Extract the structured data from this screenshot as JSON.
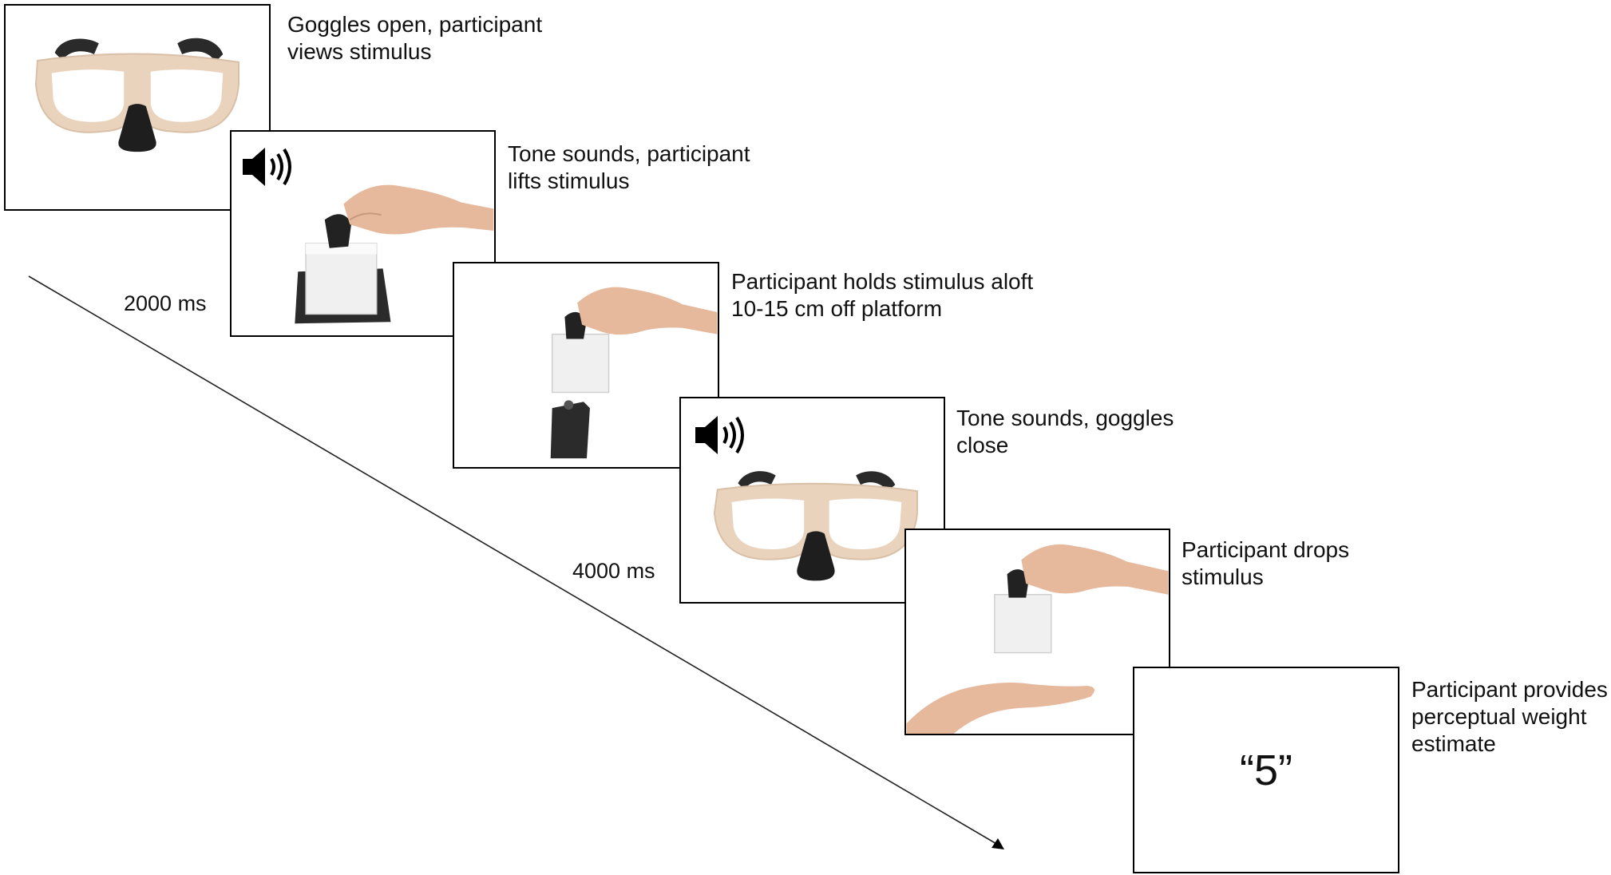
{
  "steps": [
    {
      "caption_line1": "Goggles open, participant",
      "caption_line2": "views stimulus",
      "image": "goggles-open"
    },
    {
      "caption_line1": "Tone sounds, participant",
      "caption_line2": "lifts stimulus",
      "image": "hand-lifting-stimulus",
      "icon": "speaker-icon"
    },
    {
      "caption_line1": "Participant holds stimulus aloft",
      "caption_line2": "10-15 cm off platform",
      "image": "hand-holding-stimulus-aloft"
    },
    {
      "caption_line1": "Tone sounds, goggles",
      "caption_line2": "close",
      "image": "goggles-closed",
      "icon": "speaker-icon"
    },
    {
      "caption_line1": "Participant drops",
      "caption_line2": "stimulus",
      "image": "hand-dropping-stimulus"
    },
    {
      "caption_line1": "Participant provides",
      "caption_line2": "perceptual weight",
      "caption_line3": "estimate",
      "estimate": "“5”"
    }
  ],
  "timings": [
    "2000 ms",
    "4000 ms"
  ],
  "colors": {
    "goggle_frame": "#ead3bd",
    "goggle_strap": "#2a2a2a",
    "skin": "#e6b89c",
    "block": "#f0f0f0",
    "platform": "#2b2b2b"
  }
}
